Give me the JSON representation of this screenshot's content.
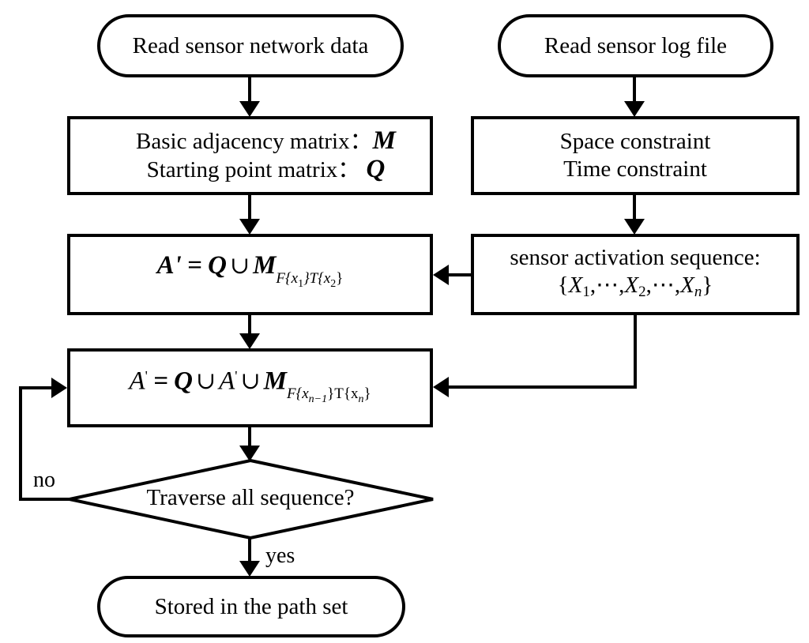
{
  "diagram": {
    "type": "flowchart",
    "nodes": {
      "start_left": {
        "shape": "terminal",
        "text": "Read sensor network data"
      },
      "start_right": {
        "shape": "terminal",
        "text": "Read sensor log file"
      },
      "matrix_box": {
        "shape": "process",
        "line1_text": "Basic adjacency matrix：",
        "line1_symbol": "M",
        "line2_text": "Starting point matrix：",
        "line2_symbol": "Q"
      },
      "constraint_box": {
        "shape": "process",
        "line1": "Space constraint",
        "line2": "Time constraint"
      },
      "init_formula_box": {
        "shape": "process",
        "formula": "A' = Q ∪ M_{F{x1}T{x2}}",
        "lhs": "A'",
        "eq": "=",
        "q": "Q",
        "union": "∪",
        "m": "M",
        "sub_f": "F",
        "sub_x1": "{x",
        "sub_x1_idx": "1",
        "sub_mid": "}T{x",
        "sub_x2_idx": "2",
        "sub_end": "}"
      },
      "sequence_box": {
        "shape": "process",
        "line1": "sensor activation sequence:",
        "line2_open": "{",
        "x": "X",
        "idx1": "1",
        "dots1": ",⋯,",
        "idx2": "2",
        "dots2": ",⋯,",
        "idxn": "n",
        "line2_close": "}"
      },
      "update_formula_box": {
        "shape": "process",
        "formula": "A' = Q ∪ A' ∪ M_{F{x_{n-1}}T{x_n}}",
        "lhs": "A",
        "prime": "'",
        "eq": "=",
        "q": "Q",
        "union": "∪",
        "a": "A",
        "m": "M",
        "sub_f": "F{x",
        "sub_n1": "n−1",
        "sub_mid": "}T{x",
        "sub_n": "n",
        "sub_end": "}"
      },
      "decision": {
        "shape": "decision",
        "text": "Traverse all sequence?"
      },
      "end": {
        "shape": "terminal",
        "text": "Stored in the path set"
      }
    },
    "edges": [
      {
        "from": "start_left",
        "to": "matrix_box"
      },
      {
        "from": "start_right",
        "to": "constraint_box"
      },
      {
        "from": "matrix_box",
        "to": "init_formula_box"
      },
      {
        "from": "constraint_box",
        "to": "sequence_box"
      },
      {
        "from": "sequence_box",
        "to": "init_formula_box"
      },
      {
        "from": "init_formula_box",
        "to": "update_formula_box"
      },
      {
        "from": "sequence_box",
        "to": "update_formula_box"
      },
      {
        "from": "update_formula_box",
        "to": "decision"
      },
      {
        "from": "decision",
        "to": "update_formula_box",
        "label": "no"
      },
      {
        "from": "decision",
        "to": "end",
        "label": "yes"
      }
    ],
    "edge_labels": {
      "no": "no",
      "yes": "yes"
    },
    "colors": {
      "stroke": "#000000",
      "background": "#ffffff"
    }
  }
}
